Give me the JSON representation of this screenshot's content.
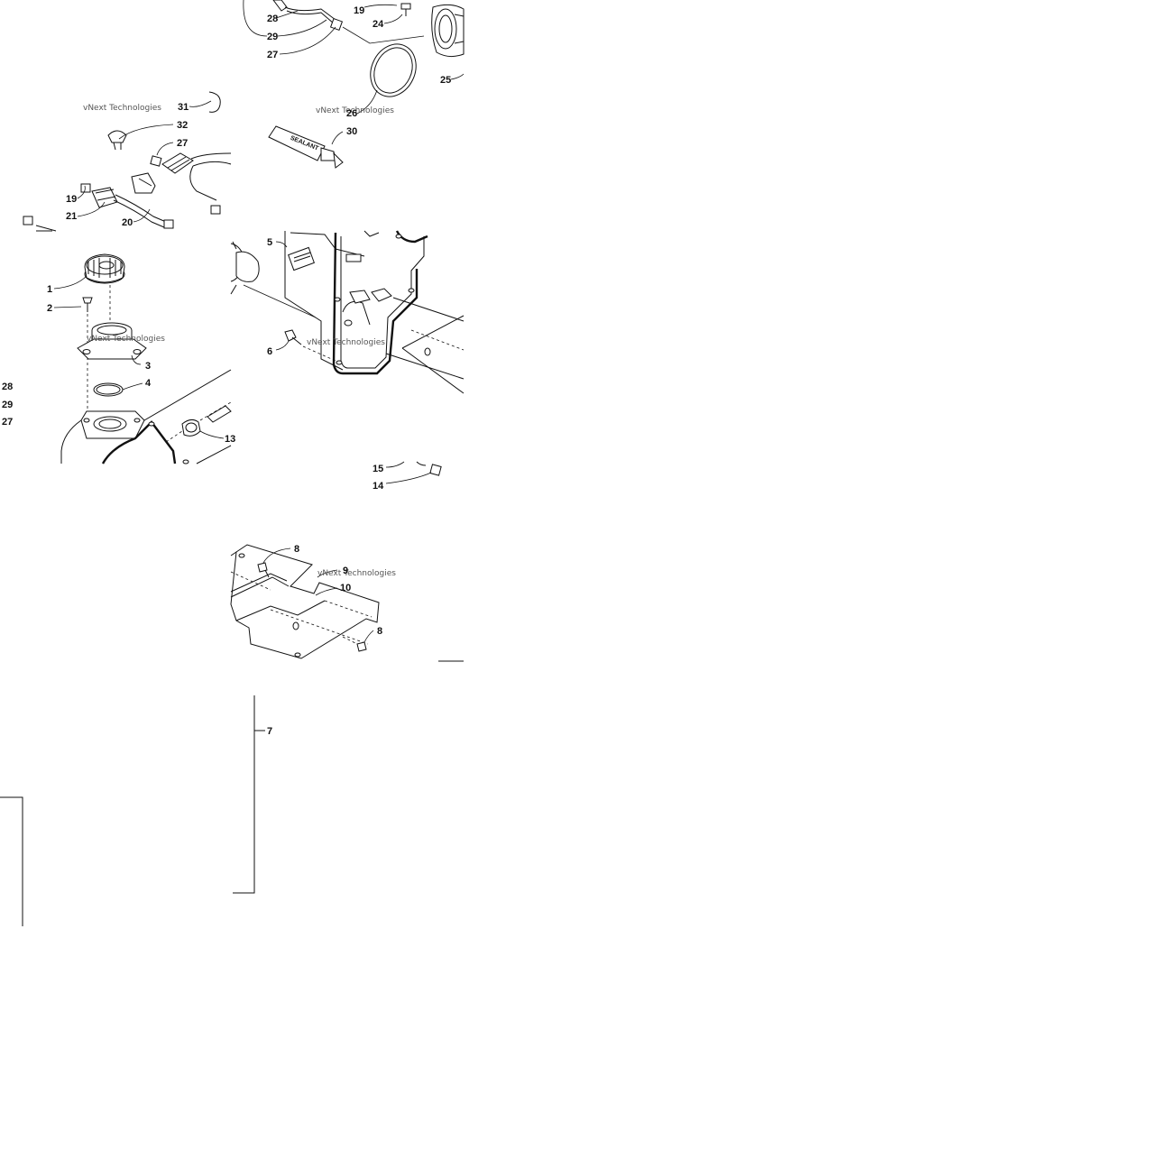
{
  "watermark": "vNext Technologies",
  "sealant_label": "SEALANT",
  "callouts": {
    "c28a": "28",
    "c29a": "29",
    "c27a": "27",
    "c19a": "19",
    "c24": "24",
    "c25": "25",
    "c26": "26",
    "c30": "30",
    "c31": "31",
    "c32": "32",
    "c27b": "27",
    "c19b": "19",
    "c21": "21",
    "c20": "20",
    "c1": "1",
    "c2": "2",
    "c3": "3",
    "c4": "4",
    "c13": "13",
    "c28b": "28",
    "c29b": "29",
    "c27c": "27",
    "c5a": "5",
    "c6": "6",
    "c15": "15",
    "c14": "14",
    "c8a": "8",
    "c9": "9",
    "c10": "10",
    "c8b": "8",
    "c7": "7"
  }
}
